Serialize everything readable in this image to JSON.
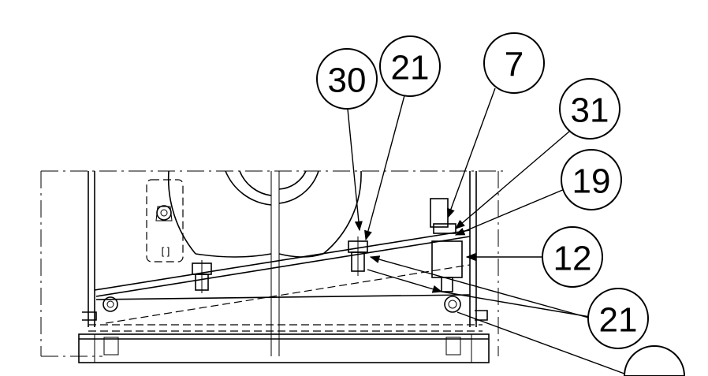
{
  "callouts": [
    {
      "id": "c30",
      "label": "30"
    },
    {
      "id": "c21a",
      "label": "21"
    },
    {
      "id": "c7",
      "label": "7"
    },
    {
      "id": "c31",
      "label": "31"
    },
    {
      "id": "c19",
      "label": "19"
    },
    {
      "id": "c12",
      "label": "12"
    },
    {
      "id": "c21b",
      "label": "21"
    },
    {
      "id": "c_partial",
      "label": ""
    }
  ]
}
